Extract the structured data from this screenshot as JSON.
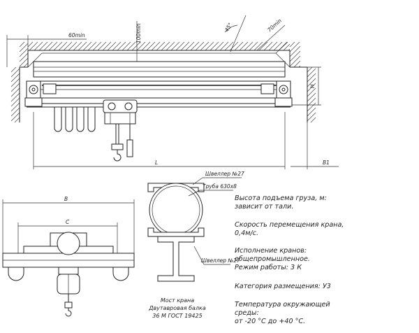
{
  "dimensions": {
    "top_offset": "60min",
    "top_clearance": "100min",
    "angle": "45°",
    "side_gap": "70min",
    "height": "H",
    "span": "L",
    "total_width": "B1",
    "width": "B",
    "wheel_base": "C"
  },
  "section_labels": {
    "channel_top": "Швеллер №27",
    "pipe": "Труба 630х8",
    "channel_bottom": "Швеллер №27"
  },
  "caption": {
    "line1": "Мост крана",
    "line2": "Двутавровая балка",
    "line3": "36 М  ГОСТ  19425"
  },
  "specs": {
    "lift_height_1": "Высота подъема груза, м:",
    "lift_height_2": "зависит от тали.",
    "speed_1": "Скорость перемещения крана,",
    "speed_2": "0,4м/с.",
    "version_1": "Исполнение кранов:",
    "version_2": "общепромышленное.",
    "version_3": "Режим работы: 3 К",
    "category": "Категория размещения: У3",
    "temp_1": "Температура окружающей",
    "temp_2": "среды:",
    "temp_3": "от  -20 °С  до  +40 °С."
  }
}
